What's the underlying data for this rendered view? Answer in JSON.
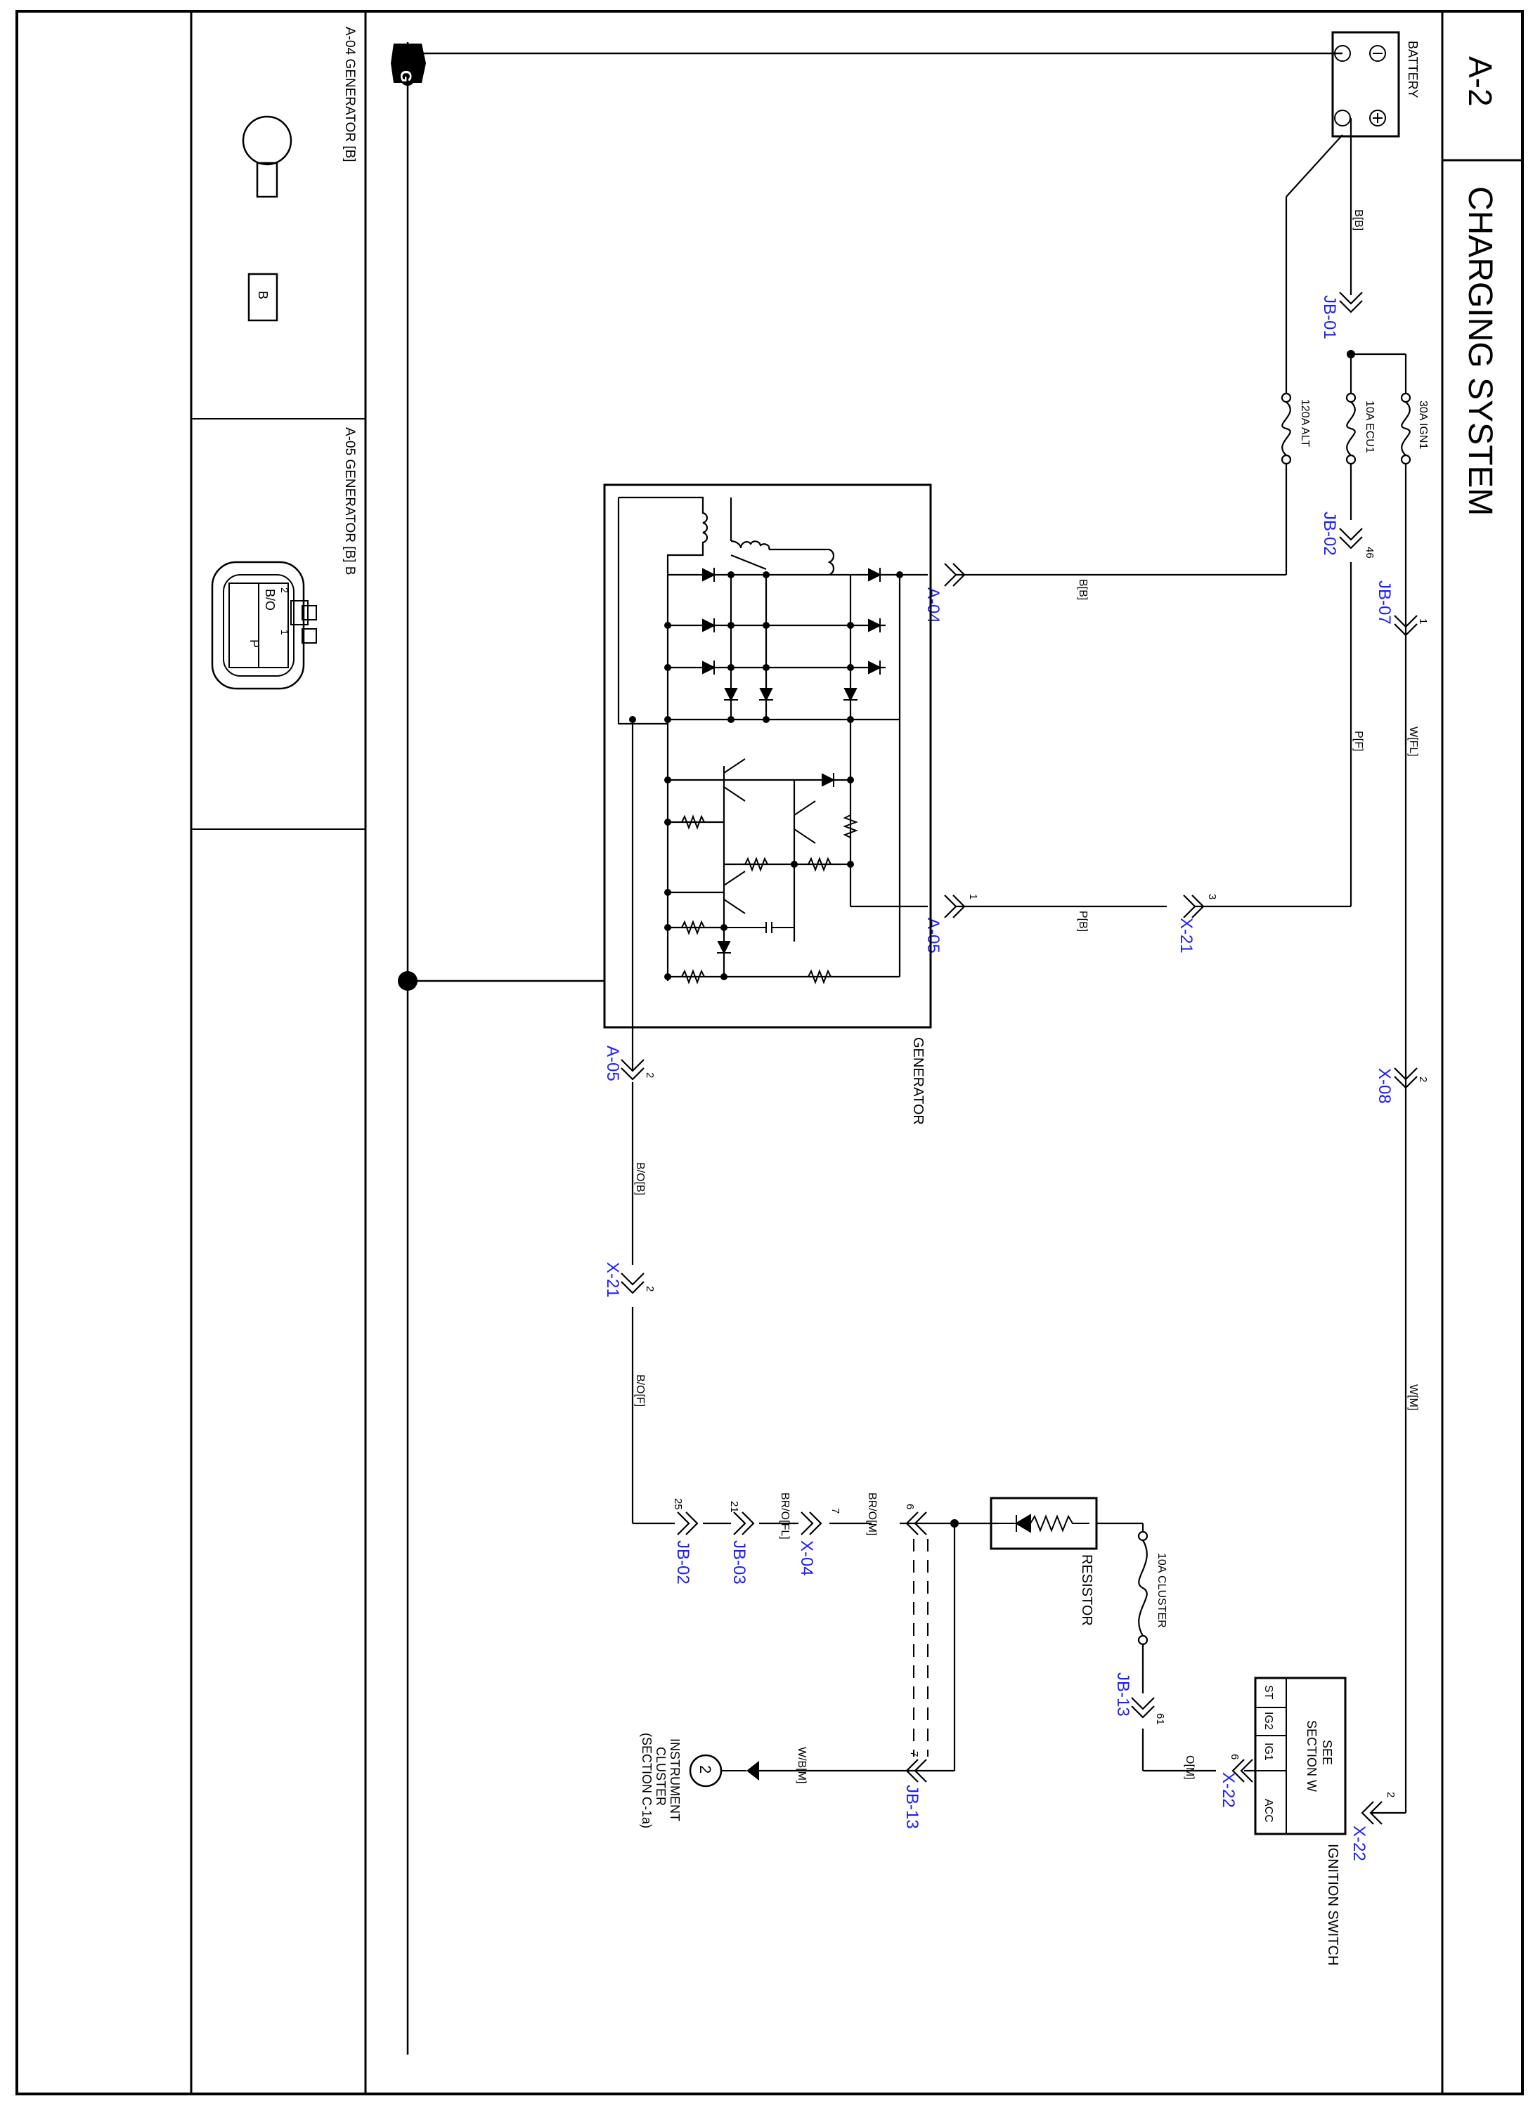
{
  "header": {
    "page_code": "A-2",
    "title": "CHARGING SYSTEM"
  },
  "components": {
    "battery": "BATTERY",
    "generator": "GENERATOR",
    "resistor": "RESISTOR",
    "ignition_switch": "IGNITION SWITCH",
    "ignition_see": "SEE",
    "ignition_section": "SECTION W",
    "ignition_terminals": [
      "ST",
      "IG2",
      "IG1",
      "ACC"
    ],
    "instrument_cluster": [
      "INSTRUMENT",
      "CLUSTER",
      "(SECTION C-1a)"
    ],
    "instrument_number": "2",
    "ground": "G"
  },
  "fuses": {
    "ign1": "30A IGN1",
    "ecu1": "10A ECU1",
    "alt": "120A ALT",
    "cluster": "10A CLUSTER"
  },
  "connectors": {
    "jb01": "JB-01",
    "jb02_top": "JB-02",
    "jb02_top_pin": "46",
    "jb07": "JB-07",
    "jb07_pin": "1",
    "a04": "A-04",
    "a05_top": "A-05",
    "a05_top_pin": "1",
    "x21_top": "X-21",
    "x21_top_pin": "3",
    "x08": "X-08",
    "x08_pin": "2",
    "x22_top": "X-22",
    "x22_top_pin": "2",
    "a05_bottom": "A-05",
    "a05_bottom_pin": "2",
    "x21_bottom": "X-21",
    "x21_bottom_pin": "2",
    "jb02_bottom": "JB-02",
    "jb02_bottom_pin": "25",
    "jb03": "JB-03",
    "jb03_pin": "21",
    "x04": "X-04",
    "x04_pin": "7",
    "jb13_left_pin": "6",
    "jb13_right": "JB-13",
    "jb13_right_pin": "7",
    "jb13_fuse": "JB-13",
    "jb13_fuse_pin": "61",
    "x22_bottom": "X-22",
    "x22_bottom_pin": "6"
  },
  "wires": {
    "bb_top": "B[B]",
    "bb_a04": "B[B]",
    "wfl": "W[FL]",
    "wm": "W[M]",
    "pf": "P[F]",
    "pb": "P[B]",
    "bob": "B/O[B]",
    "bof": "B/O[F]",
    "brofl": "BR/O[FL]",
    "brom": "BR/O[M]",
    "wbm": "W/B[M]",
    "om": "O[M]"
  },
  "connector_views": {
    "a04_title": "A-04 GENERATOR [B]",
    "a04_terminal": "B",
    "a05_title": "A-05  GENERATOR [B] B",
    "a05_pin1_num": "1",
    "a05_pin1_label": "P",
    "a05_pin2_num": "2",
    "a05_pin2_label": "B/O"
  },
  "colors": {
    "line": "#000000",
    "connector_label": "#1a1aff",
    "background": "#ffffff"
  }
}
